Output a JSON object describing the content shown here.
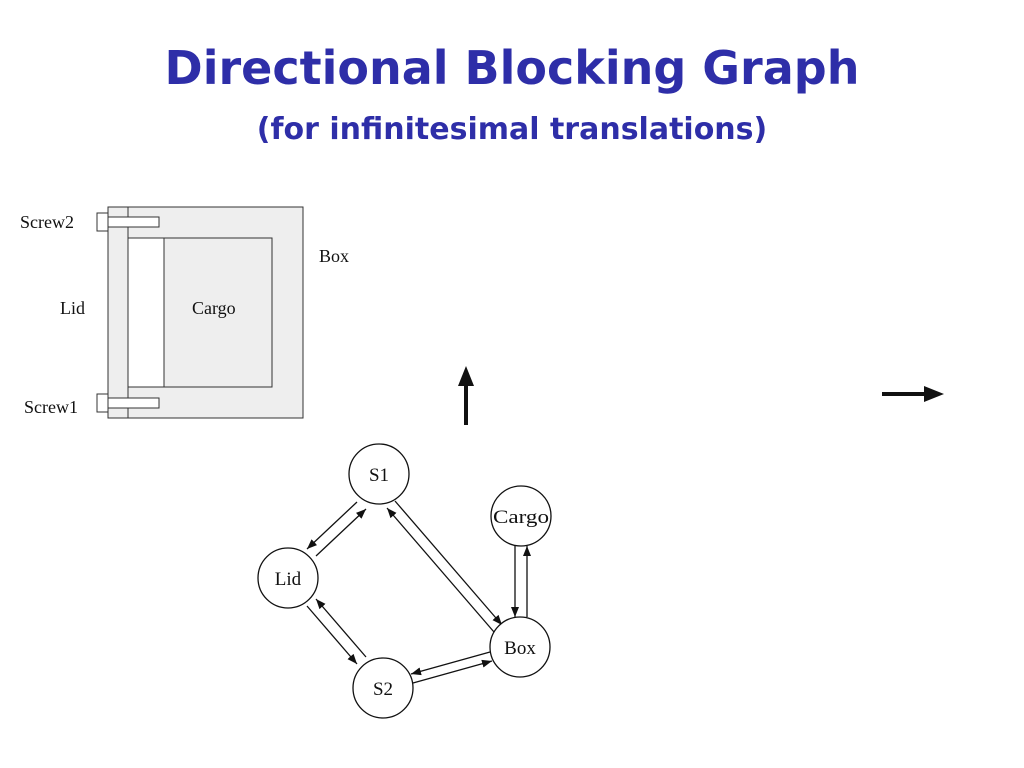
{
  "title": "Directional Blocking Graph",
  "subtitle": "(for infinitesimal translations)",
  "assembly": {
    "labels": {
      "screw2": "Screw2",
      "box": "Box",
      "lid": "Lid",
      "cargo": "Cargo",
      "screw1": "Screw1"
    }
  },
  "direction_arrows": [
    {
      "name": "up-arrow-icon",
      "direction": "up"
    },
    {
      "name": "right-arrow-icon",
      "direction": "right"
    }
  ],
  "graph": {
    "nodes": {
      "s1": "S1",
      "lid": "Lid",
      "cargo": "Cargo",
      "box": "Box",
      "s2": "S2"
    },
    "edges": [
      {
        "from": "S1",
        "to": "Lid"
      },
      {
        "from": "Lid",
        "to": "S1"
      },
      {
        "from": "S1",
        "to": "Box"
      },
      {
        "from": "Box",
        "to": "S1"
      },
      {
        "from": "Lid",
        "to": "S2"
      },
      {
        "from": "S2",
        "to": "Lid"
      },
      {
        "from": "S2",
        "to": "Box"
      },
      {
        "from": "Box",
        "to": "S2"
      },
      {
        "from": "Box",
        "to": "Cargo"
      },
      {
        "from": "Cargo",
        "to": "Box"
      }
    ]
  }
}
